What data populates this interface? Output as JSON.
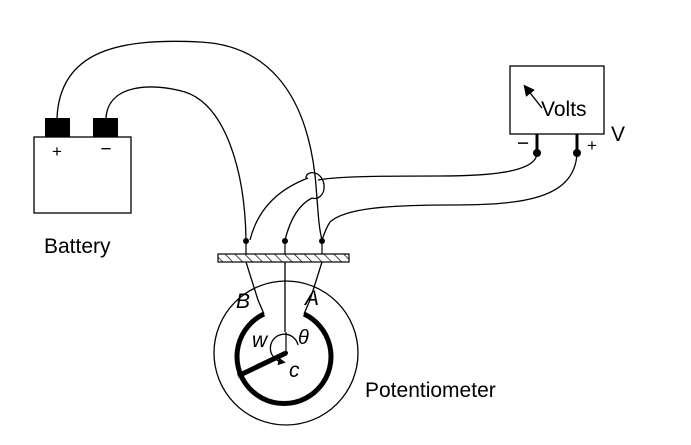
{
  "battery": {
    "label": "Battery",
    "positive_sign": "+",
    "negative_sign": "−"
  },
  "voltmeter": {
    "label": "Volts",
    "output_label": "V",
    "positive_sign": "+",
    "negative_sign": "−"
  },
  "potentiometer": {
    "label": "Potentiometer",
    "terminal_a": "A",
    "terminal_b": "B",
    "wiper_label": "w",
    "center_label": "c",
    "angle_label": "θ"
  }
}
